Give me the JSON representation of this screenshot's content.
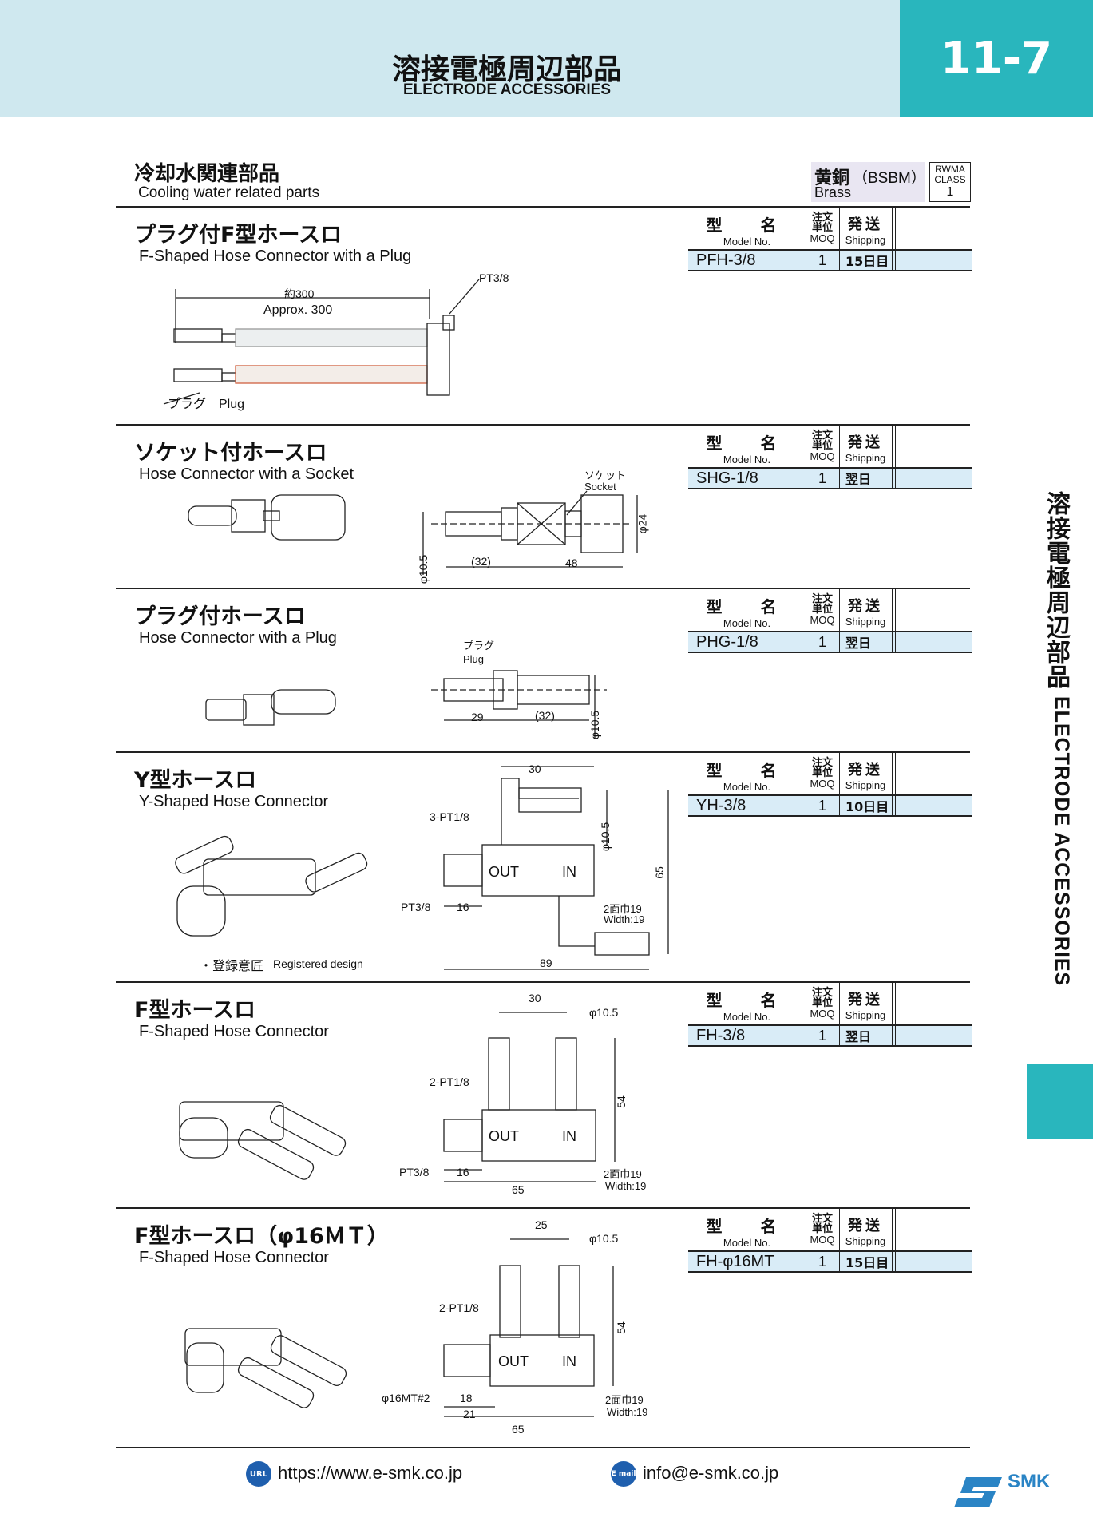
{
  "header": {
    "title_jp": "溶接電極周辺部品",
    "title_en": "ELECTRODE ACCESSORIES",
    "page_number": "11-7"
  },
  "sidebar": {
    "title_jp": "溶接電極周辺部品",
    "title_en": "ELECTRODE ACCESSORIES"
  },
  "category": {
    "title_jp": "冷却水関連部品",
    "title_en": "Cooling water related parts"
  },
  "material": {
    "jp": "黄銅",
    "code": "（BSBM）",
    "en": "Brass",
    "rwma_label": "RWMA CLASS",
    "rwma_class": "1"
  },
  "table_header": {
    "model_jp": "型　名",
    "model_en": "Model No.",
    "moq_jp": "注文単位",
    "moq_en": "MOQ",
    "ship_jp": "発送",
    "ship_en": "Shipping"
  },
  "products": [
    {
      "title_jp": "プラグ付F型ホースロ",
      "title_en": "F-Shaped Hose Connector with a Plug",
      "model": "PFH-3/8",
      "moq": "1",
      "shipping": "15日目",
      "labels": {
        "approx_jp": "約300",
        "approx_en": "Approx. 300",
        "thread": "PT3/8",
        "plug": "プラグ　Plug"
      }
    },
    {
      "title_jp": "ソケット付ホースロ",
      "title_en": "Hose Connector with a Socket",
      "model": "SHG-1/8",
      "moq": "1",
      "shipping": "翌日",
      "labels": {
        "socket_jp": "ソケット",
        "socket_en": "Socket",
        "d1": "φ10.5",
        "d2": "(32)",
        "d3": "48",
        "d4": "φ24"
      }
    },
    {
      "title_jp": "プラグ付ホースロ",
      "title_en": "Hose Connector with a Plug",
      "model": "PHG-1/8",
      "moq": "1",
      "shipping": "翌日",
      "labels": {
        "plug_jp": "プラグ",
        "plug_en": "Plug",
        "d1": "29",
        "d2": "(32)",
        "d3": "φ10.5"
      }
    },
    {
      "title_jp": "Y型ホースロ",
      "title_en": "Y-Shaped Hose Connector",
      "model": "YH-3/8",
      "moq": "1",
      "shipping": "10日目",
      "note_jp": "・登録意匠",
      "note_en": "Registered design",
      "labels": {
        "d30": "30",
        "thread": "3-PT1/8",
        "d105": "φ10.5",
        "d65": "65",
        "out": "OUT",
        "in": "IN",
        "pt": "PT3/8",
        "d16": "16",
        "w_jp": "2面巾19",
        "w_en": "Width:19",
        "d89": "89"
      }
    },
    {
      "title_jp": "F型ホースロ",
      "title_en": "F-Shaped Hose Connector",
      "model": "FH-3/8",
      "moq": "1",
      "shipping": "翌日",
      "labels": {
        "d30": "30",
        "d105": "φ10.5",
        "thread": "2-PT1/8",
        "d54": "54",
        "out": "OUT",
        "in": "IN",
        "pt": "PT3/8",
        "d16": "16",
        "w_jp": "2面巾19",
        "w_en": "Width:19",
        "d65": "65"
      }
    },
    {
      "title_jp": "F型ホースロ（φ16ＭＴ）",
      "title_en": "F-Shaped Hose Connector",
      "model": "FH-φ16MT",
      "moq": "1",
      "shipping": "15日目",
      "labels": {
        "d25": "25",
        "d105": "φ10.5",
        "thread": "2-PT1/8",
        "d54": "54",
        "out": "OUT",
        "in": "IN",
        "mt": "φ16MT#2",
        "d18": "18",
        "d21": "21",
        "w_jp": "2面巾19",
        "w_en": "Width:19",
        "d65": "65"
      }
    }
  ],
  "footer": {
    "url": "https://www.e-smk.co.jp",
    "email": "info@e-smk.co.jp",
    "url_icon": "URL",
    "mail_icon": "E mail",
    "logo": "SMK"
  },
  "colors": {
    "teal": "#29b6bd",
    "header_bg": "#cfe8ef",
    "row_bg": "#d9ecf7"
  }
}
